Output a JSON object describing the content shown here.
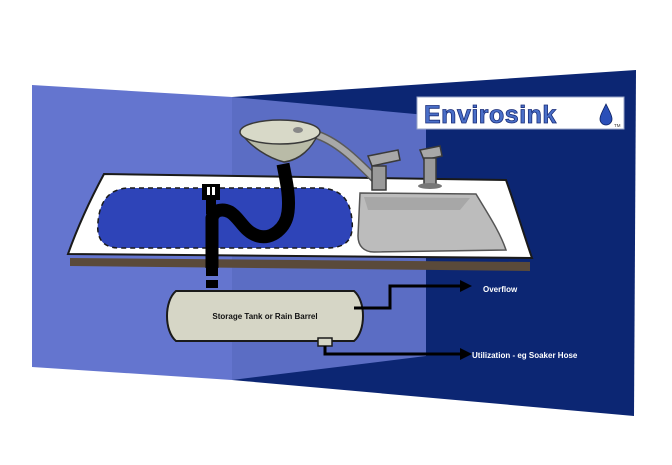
{
  "logo": {
    "text": "Envirosink",
    "trademark": "TM"
  },
  "labels": {
    "overflow": "Overflow",
    "utilization": "Utilization - eg Soaker Hose",
    "tank": "Storage Tank or Rain Barrel"
  },
  "colors": {
    "wall_dark": "#0c2673",
    "wall_light": "#6475cf",
    "counter": "#ffffff",
    "basin_left": "#2e44b8",
    "basin_right": "#bcbcbc",
    "tank": "#d6d6c6",
    "pipe": "#000000",
    "logo_text": "#4a6fc8"
  }
}
